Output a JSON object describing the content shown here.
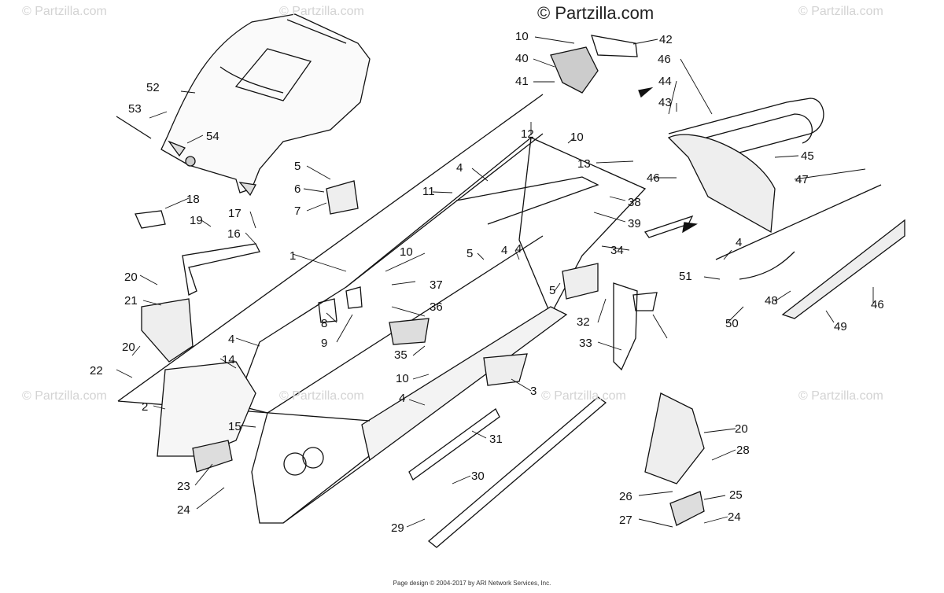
{
  "watermark": {
    "brand": "© Partzilla.com",
    "faded": "© Partzilla.com"
  },
  "footer": "Page design © 2004-2017 by ARI Network Services, Inc.",
  "callouts": [
    "1",
    "2",
    "3",
    "4",
    "4",
    "4",
    "4",
    "4",
    "4",
    "5",
    "5",
    "5",
    "6",
    "7",
    "8",
    "9",
    "10",
    "10",
    "10",
    "10",
    "11",
    "12",
    "13",
    "14",
    "15",
    "16",
    "17",
    "18",
    "19",
    "20",
    "20",
    "20",
    "21",
    "22",
    "23",
    "24",
    "24",
    "25",
    "26",
    "27",
    "28",
    "29",
    "30",
    "31",
    "32",
    "33",
    "34",
    "35",
    "36",
    "37",
    "38",
    "39",
    "40",
    "41",
    "42",
    "43",
    "44",
    "45",
    "46",
    "46",
    "46",
    "47",
    "48",
    "49",
    "50",
    "51",
    "52",
    "53",
    "54"
  ]
}
